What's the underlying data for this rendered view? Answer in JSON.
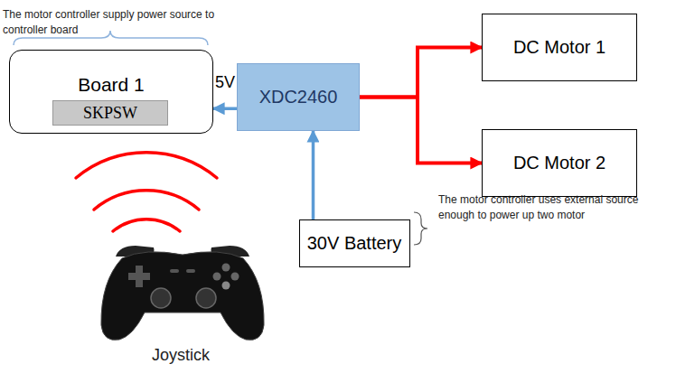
{
  "diagram": {
    "nodes": [
      {
        "text": [
          "Board 1"
        ]
      },
      {
        "text": [
          "SKPSW"
        ],
        "in": 0
      },
      {
        "text": [
          "XDC2460"
        ]
      },
      {
        "text": [
          "DC Motor 1"
        ]
      },
      {
        "text": [
          "DC Motor 2"
        ]
      },
      {
        "text": [
          "30V Battery"
        ]
      }
    ],
    "edges": [
      {
        "from": 2,
        "to": 0,
        "label": "5V",
        "arrow": "to"
      },
      {
        "from": 2,
        "to": 3,
        "arrow": "to"
      },
      {
        "from": 2,
        "to": 4,
        "arrow": "to"
      },
      {
        "from": 5,
        "to": 2,
        "arrow": "to"
      }
    ],
    "labels": [
      "The motor controller supply power source to controller board",
      "The motor controller uses external source enough to power up two motor",
      "Joystick"
    ]
  }
}
